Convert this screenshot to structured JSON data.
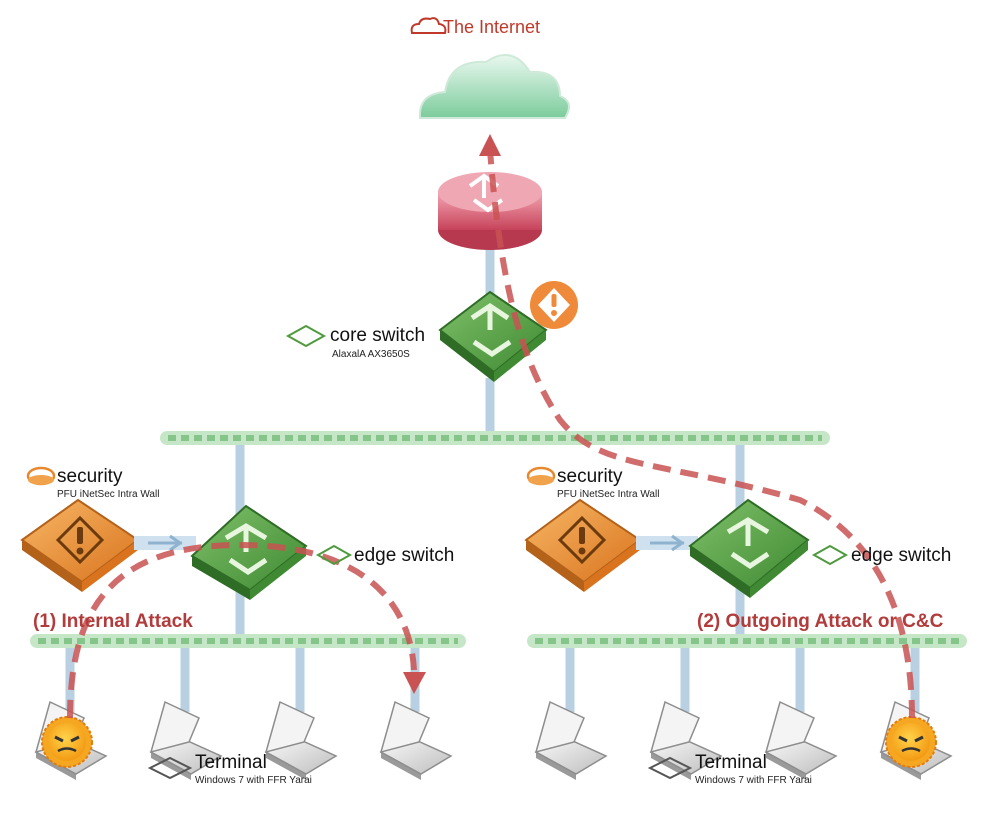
{
  "internet": {
    "label": "The Internet",
    "icon": "cloud-outline-icon"
  },
  "core_switch": {
    "label": "core switch",
    "model": "AlaxalA AX3650S",
    "icon": "switch-outline-icon"
  },
  "left_segment": {
    "security_label": "security",
    "security_model": "PFU iNetSec Intra Wall",
    "edge_label": "edge switch",
    "attack_label": "(1) Internal Attack",
    "terminal_label": "Terminal",
    "terminal_os": "Windows 7 with FFR Yarai"
  },
  "right_segment": {
    "security_label": "security",
    "security_model": "PFU iNetSec Intra Wall",
    "edge_label": "edge switch",
    "attack_label": "(2) Outgoing Attack or C&C",
    "terminal_label": "Terminal",
    "terminal_os": "Windows 7 with FFR Yarai"
  },
  "colors": {
    "attack_path": "#c95252",
    "attack_text": "#b23b3b",
    "internet_text": "#c0392b",
    "switch_green": "#4e9a3d",
    "security_orange": "#e8882c",
    "router_red": "#d9546a",
    "bus_green": "#bfe3c0",
    "link_blue": "#b7cfe0",
    "cloud_green": "#a6dcbc"
  }
}
